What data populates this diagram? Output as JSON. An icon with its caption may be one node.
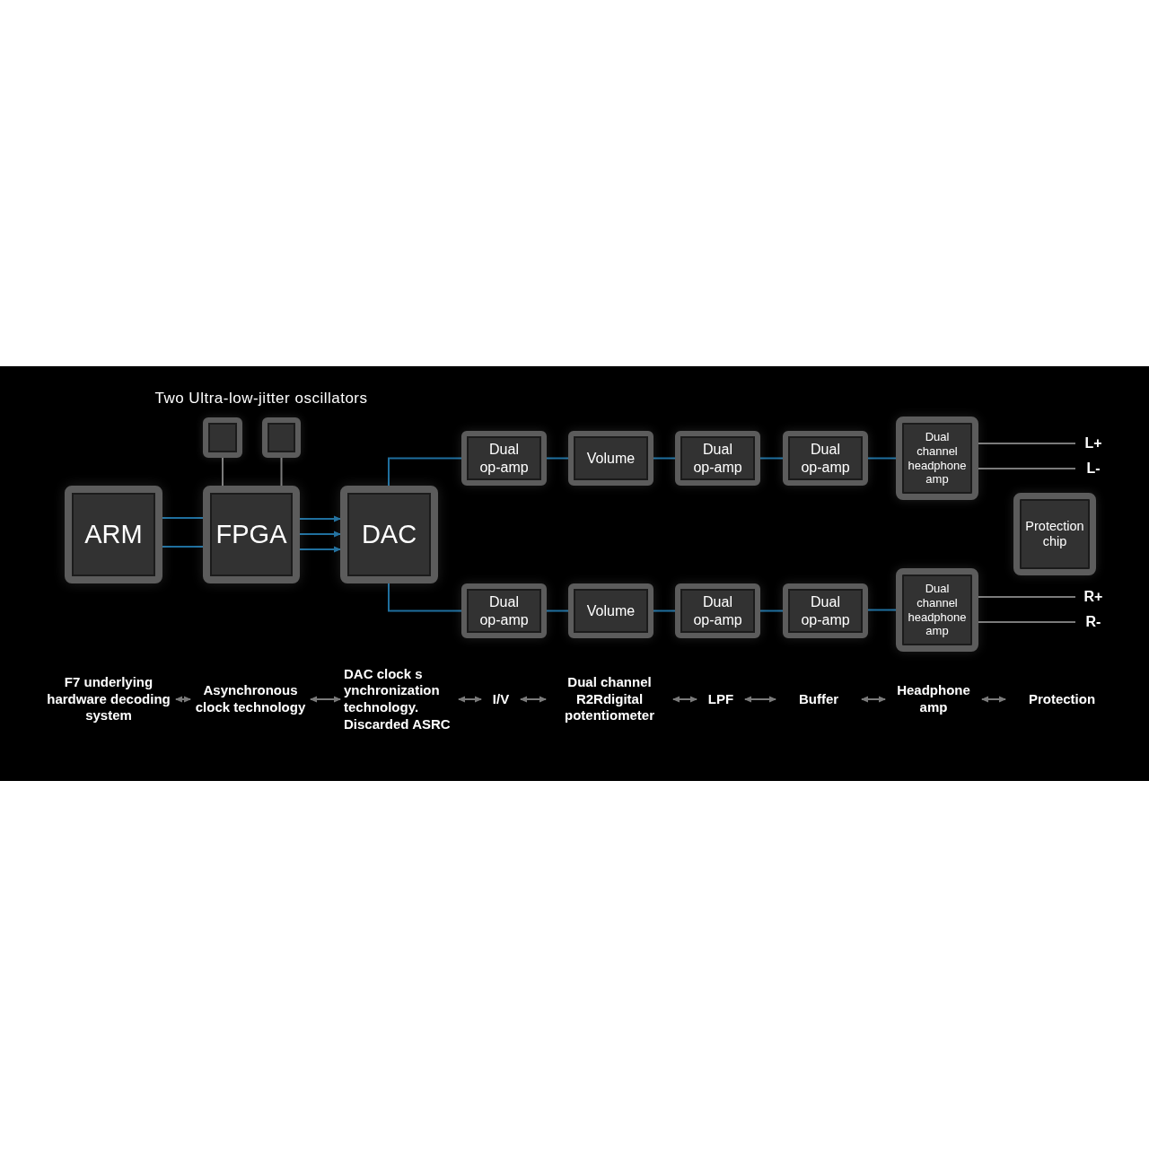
{
  "diagram": {
    "nodes": [
      {
        "text": [
          "ARM"
        ]
      },
      {
        "text": [
          "FPGA"
        ]
      },
      {
        "text": [
          "DAC"
        ]
      },
      {
        "text": [],
        "shape": "box"
      },
      {
        "text": [],
        "shape": "box"
      },
      {
        "text": [
          "Dual op-amp"
        ]
      },
      {
        "text": [
          "Volume"
        ]
      },
      {
        "text": [
          "Dual op-amp"
        ]
      },
      {
        "text": [
          "Dual op-amp"
        ]
      },
      {
        "text": [
          "Dual channel headphone amp"
        ]
      },
      {
        "text": [
          "Dual op-amp"
        ]
      },
      {
        "text": [
          "Volume"
        ]
      },
      {
        "text": [
          "Dual op-amp"
        ]
      },
      {
        "text": [
          "Dual op-amp"
        ]
      },
      {
        "text": [
          "Dual channel headphone amp"
        ]
      },
      {
        "text": [
          "Protection chip"
        ]
      },
      {
        "text": [
          "L+"
        ]
      },
      {
        "text": [
          "L-"
        ]
      },
      {
        "text": [
          "R+"
        ]
      },
      {
        "text": [
          "R-"
        ]
      },
      {
        "text": [
          "F7 underlying hardware decoding system"
        ]
      },
      {
        "text": [
          "Asynchronous clock technology"
        ]
      },
      {
        "text": [
          "DAC clock s ynchronization technology. Discarded ASRC"
        ]
      },
      {
        "text": [
          "I/V"
        ]
      },
      {
        "text": [
          "Dual channel R2Rdigital potentiometer"
        ]
      },
      {
        "text": [
          "LPF"
        ]
      },
      {
        "text": [
          "Buffer"
        ]
      },
      {
        "text": [
          "Headphone amp"
        ]
      },
      {
        "text": [
          "Protection"
        ]
      }
    ],
    "edges": [
      {
        "from": 0,
        "to": 1,
        "arrow": "none"
      },
      {
        "from": 0,
        "to": 1,
        "arrow": "none"
      },
      {
        "from": 1,
        "to": 2,
        "arrow": "to"
      },
      {
        "from": 1,
        "to": 2,
        "arrow": "to"
      },
      {
        "from": 1,
        "to": 2,
        "arrow": "to"
      },
      {
        "from": 3,
        "to": 1,
        "arrow": "none",
        "color": "#7a7a7a"
      },
      {
        "from": 4,
        "to": 1,
        "arrow": "none",
        "color": "#7a7a7a"
      },
      {
        "from": 2,
        "to": 5,
        "arrow": "none"
      },
      {
        "from": 2,
        "to": 10,
        "arrow": "none"
      },
      {
        "from": 5,
        "to": 6,
        "arrow": "none"
      },
      {
        "from": 6,
        "to": 7,
        "arrow": "none"
      },
      {
        "from": 7,
        "to": 8,
        "arrow": "none"
      },
      {
        "from": 8,
        "to": 9,
        "arrow": "none"
      },
      {
        "from": 10,
        "to": 11,
        "arrow": "none"
      },
      {
        "from": 11,
        "to": 12,
        "arrow": "none"
      },
      {
        "from": 12,
        "to": 13,
        "arrow": "none"
      },
      {
        "from": 13,
        "to": 14,
        "arrow": "none"
      },
      {
        "from": 9,
        "to": 16,
        "arrow": "none",
        "color": "#7a7a7a"
      },
      {
        "from": 9,
        "to": 17,
        "arrow": "none",
        "color": "#7a7a7a"
      },
      {
        "from": 14,
        "to": 18,
        "arrow": "none",
        "color": "#7a7a7a"
      },
      {
        "from": 14,
        "to": 19,
        "arrow": "none",
        "color": "#7a7a7a"
      },
      {
        "from": 20,
        "to": 21,
        "arrow": "both",
        "color": "#7a7a7a"
      },
      {
        "from": 21,
        "to": 22,
        "arrow": "both",
        "color": "#7a7a7a"
      },
      {
        "from": 22,
        "to": 23,
        "arrow": "both",
        "color": "#7a7a7a"
      },
      {
        "from": 23,
        "to": 24,
        "arrow": "both",
        "color": "#7a7a7a"
      },
      {
        "from": 24,
        "to": 25,
        "arrow": "both",
        "color": "#7a7a7a"
      },
      {
        "from": 25,
        "to": 26,
        "arrow": "both",
        "color": "#7a7a7a"
      },
      {
        "from": 26,
        "to": 27,
        "arrow": "both",
        "color": "#7a7a7a"
      },
      {
        "from": 27,
        "to": 28,
        "arrow": "both",
        "color": "#7a7a7a"
      }
    ],
    "labels": [
      "Two Ultra-low-jitter oscillators"
    ]
  }
}
